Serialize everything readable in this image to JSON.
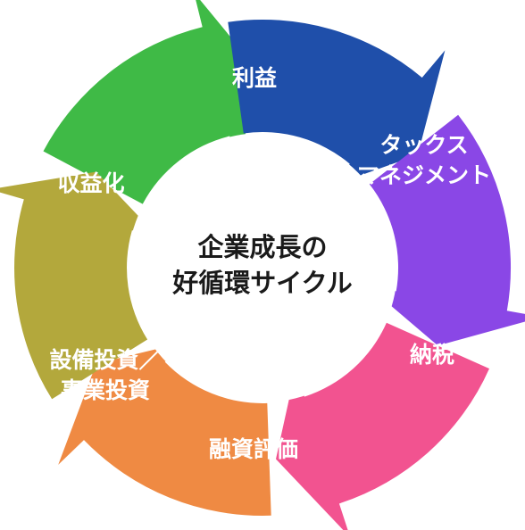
{
  "diagram": {
    "center_title": [
      "企業成長の",
      "好循環サイクル"
    ],
    "segments": [
      {
        "label": [
          "利益"
        ],
        "color": "#3fba46"
      },
      {
        "label": [
          "タックス",
          "マネジメント"
        ],
        "color": "#1f4faa"
      },
      {
        "label": [
          "納税"
        ],
        "color": "#8a47e6"
      },
      {
        "label": [
          "融資評価"
        ],
        "color": "#f25390"
      },
      {
        "label": [
          "設備投資／",
          "事業投資"
        ],
        "color": "#ef8a43"
      },
      {
        "label": [
          "収益化"
        ],
        "color": "#b3a83c"
      }
    ]
  }
}
